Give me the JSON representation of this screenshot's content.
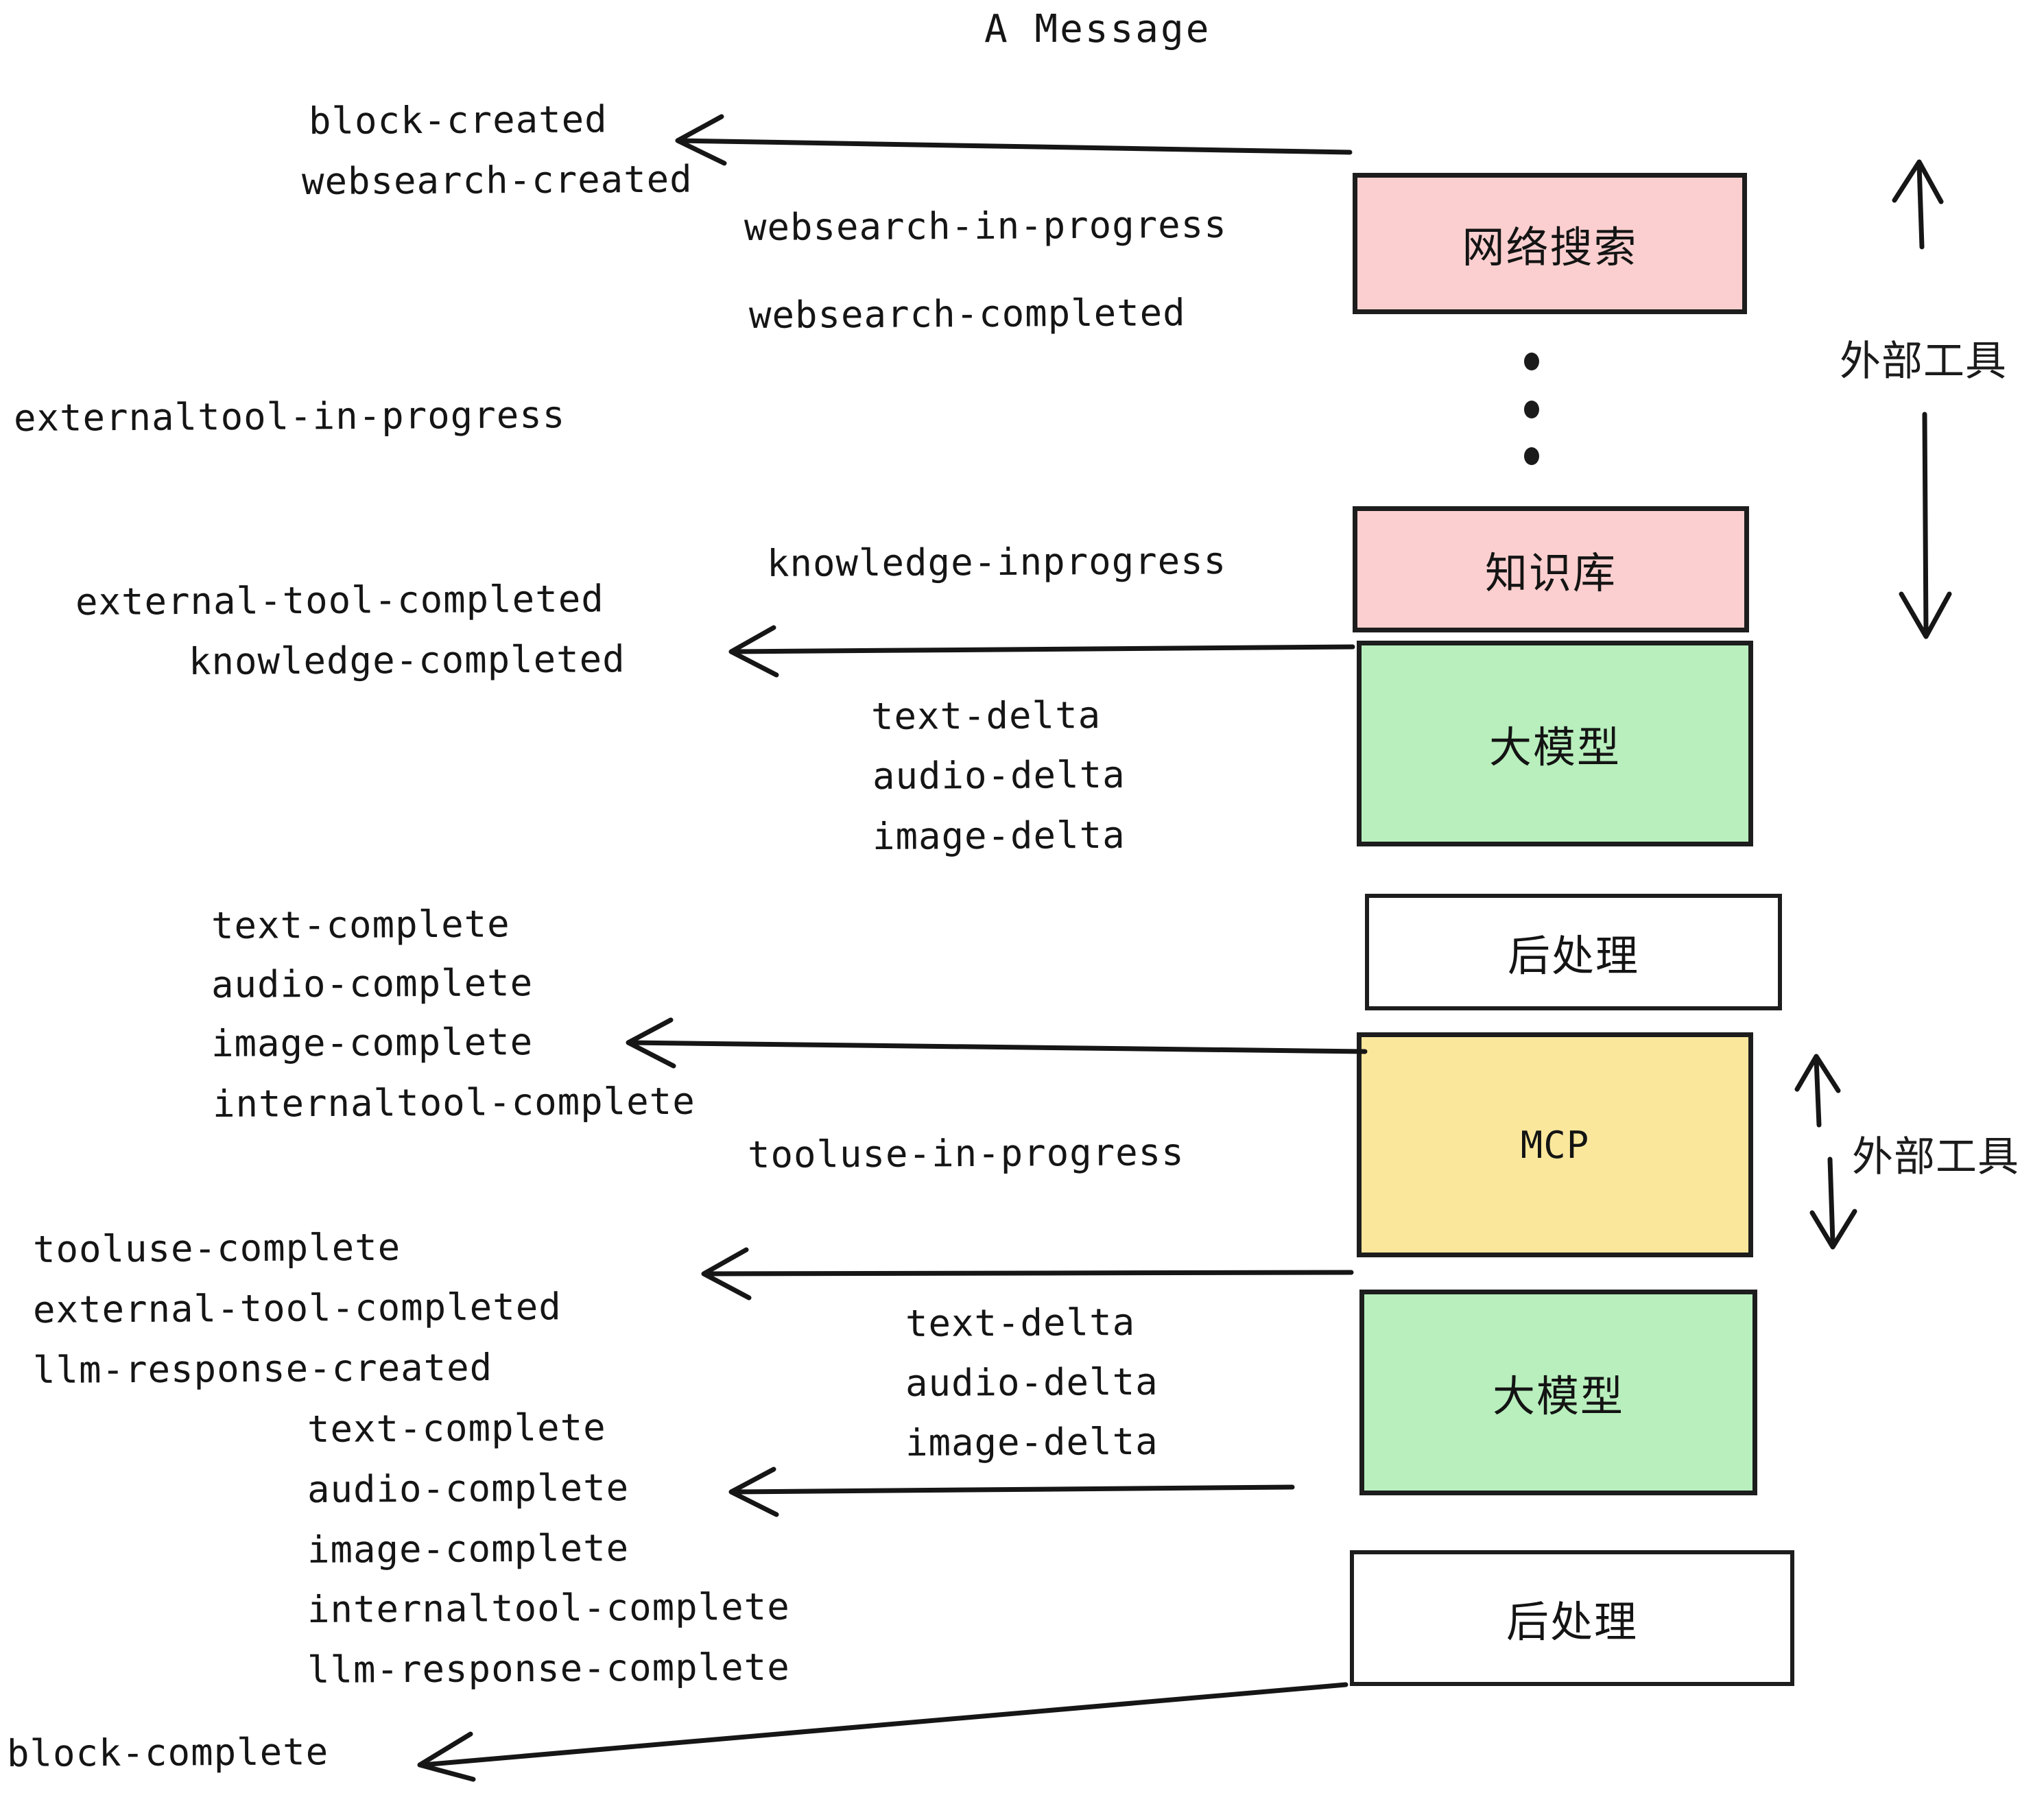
{
  "title": "A Message",
  "events": {
    "block_created": "block-created",
    "websearch_created": "websearch-created",
    "websearch_in_progress": "websearch-in-progress",
    "websearch_completed": "websearch-completed",
    "externaltool_in_progress": "externaltool-in-progress",
    "knowledge_inprogress": "knowledge-inprogress",
    "external_tool_completed_1": "external-tool-completed",
    "knowledge_completed": "knowledge-completed",
    "text_delta_1": "text-delta",
    "audio_delta_1": "audio-delta",
    "image_delta_1": "image-delta",
    "text_complete_1": "text-complete",
    "audio_complete_1": "audio-complete",
    "image_complete_1": "image-complete",
    "internaltool_complete_1": "internaltool-complete",
    "tooluse_in_progress": "tooluse-in-progress",
    "tooluse_complete": "tooluse-complete",
    "external_tool_completed_2": "external-tool-completed",
    "llm_response_created": "llm-response-created",
    "text_delta_2": "text-delta",
    "audio_delta_2": "audio-delta",
    "image_delta_2": "image-delta",
    "text_complete_2": "text-complete",
    "audio_complete_2": "audio-complete",
    "image_complete_2": "image-complete",
    "internaltool_complete_2": "internaltool-complete",
    "llm_response_complete": "llm-response-complete",
    "block_complete": "block-complete"
  },
  "nodes": {
    "websearch": "网络搜索",
    "knowledge": "知识库",
    "llm_1": "大模型",
    "postprocess_1": "后处理",
    "mcp": "MCP",
    "llm_2": "大模型",
    "postprocess_2": "后处理"
  },
  "annotations": {
    "external_tools_1": "外部工具",
    "external_tools_2": "外部工具"
  },
  "colors": {
    "pink": "#fbcfcf",
    "green": "#b8efbd",
    "yellow": "#fbe79c",
    "white": "#ffffff",
    "stroke": "#1d1d1d"
  }
}
